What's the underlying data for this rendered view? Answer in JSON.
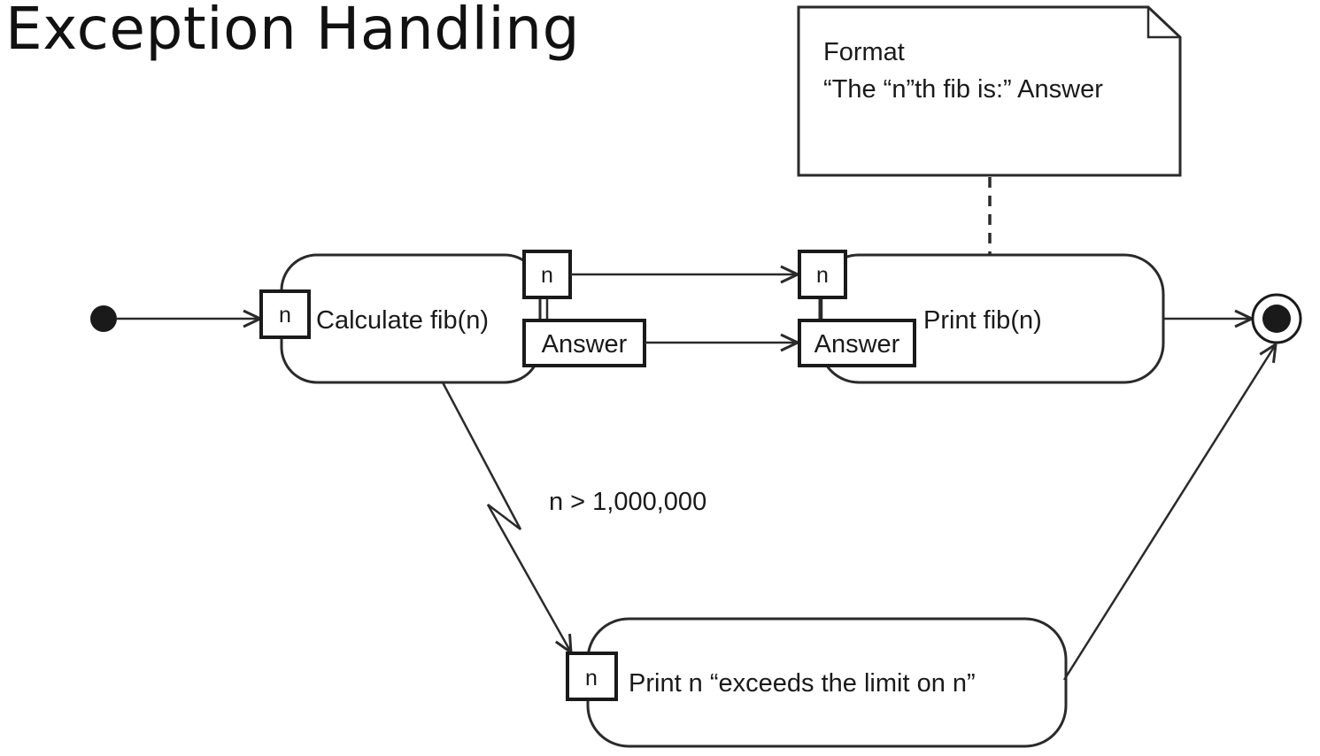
{
  "slide": {
    "title": "Exception Handling"
  },
  "diagram": {
    "note": {
      "line1": "Format",
      "line2": "“The “n”th fib is:” Answer"
    },
    "actions": {
      "calculate": {
        "label": "Calculate fib(n)",
        "input_pin": "n",
        "output_pin_n": "n",
        "output_pin_answer": "Answer"
      },
      "print_fib": {
        "label": "Print fib(n)",
        "input_pin_n": "n",
        "input_pin_answer": "Answer"
      },
      "print_limit": {
        "label": "Print n “exceeds the limit on n”",
        "input_pin": "n"
      }
    },
    "exception_guard": "n > 1,000,000"
  },
  "colors": {
    "stroke": "#2a2a2a",
    "text": "#1a1a1a",
    "background": "#ffffff"
  }
}
